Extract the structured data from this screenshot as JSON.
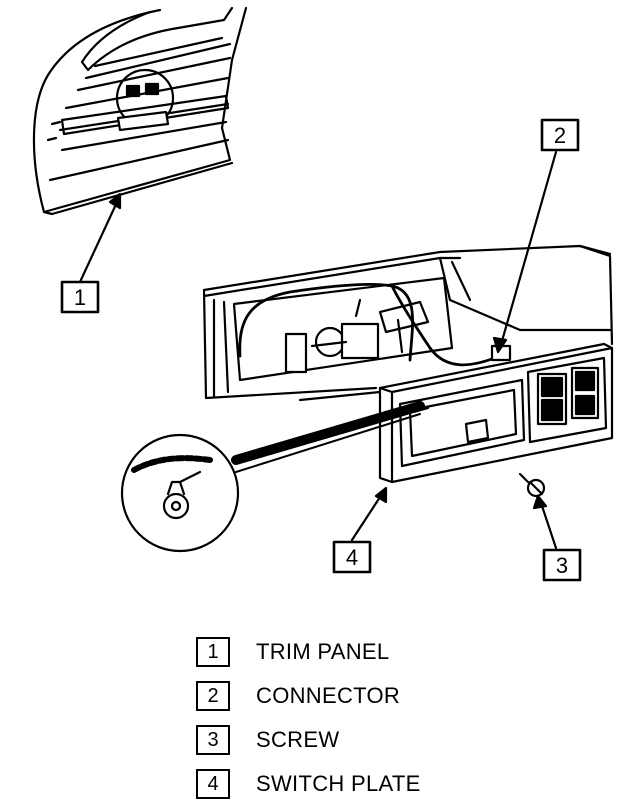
{
  "callouts": [
    {
      "number": "1"
    },
    {
      "number": "2"
    },
    {
      "number": "3"
    },
    {
      "number": "4"
    }
  ],
  "legend": [
    {
      "number": "1",
      "label": "TRIM PANEL"
    },
    {
      "number": "2",
      "label": "CONNECTOR"
    },
    {
      "number": "3",
      "label": "SCREW"
    },
    {
      "number": "4",
      "label": "SWITCH PLATE"
    }
  ]
}
